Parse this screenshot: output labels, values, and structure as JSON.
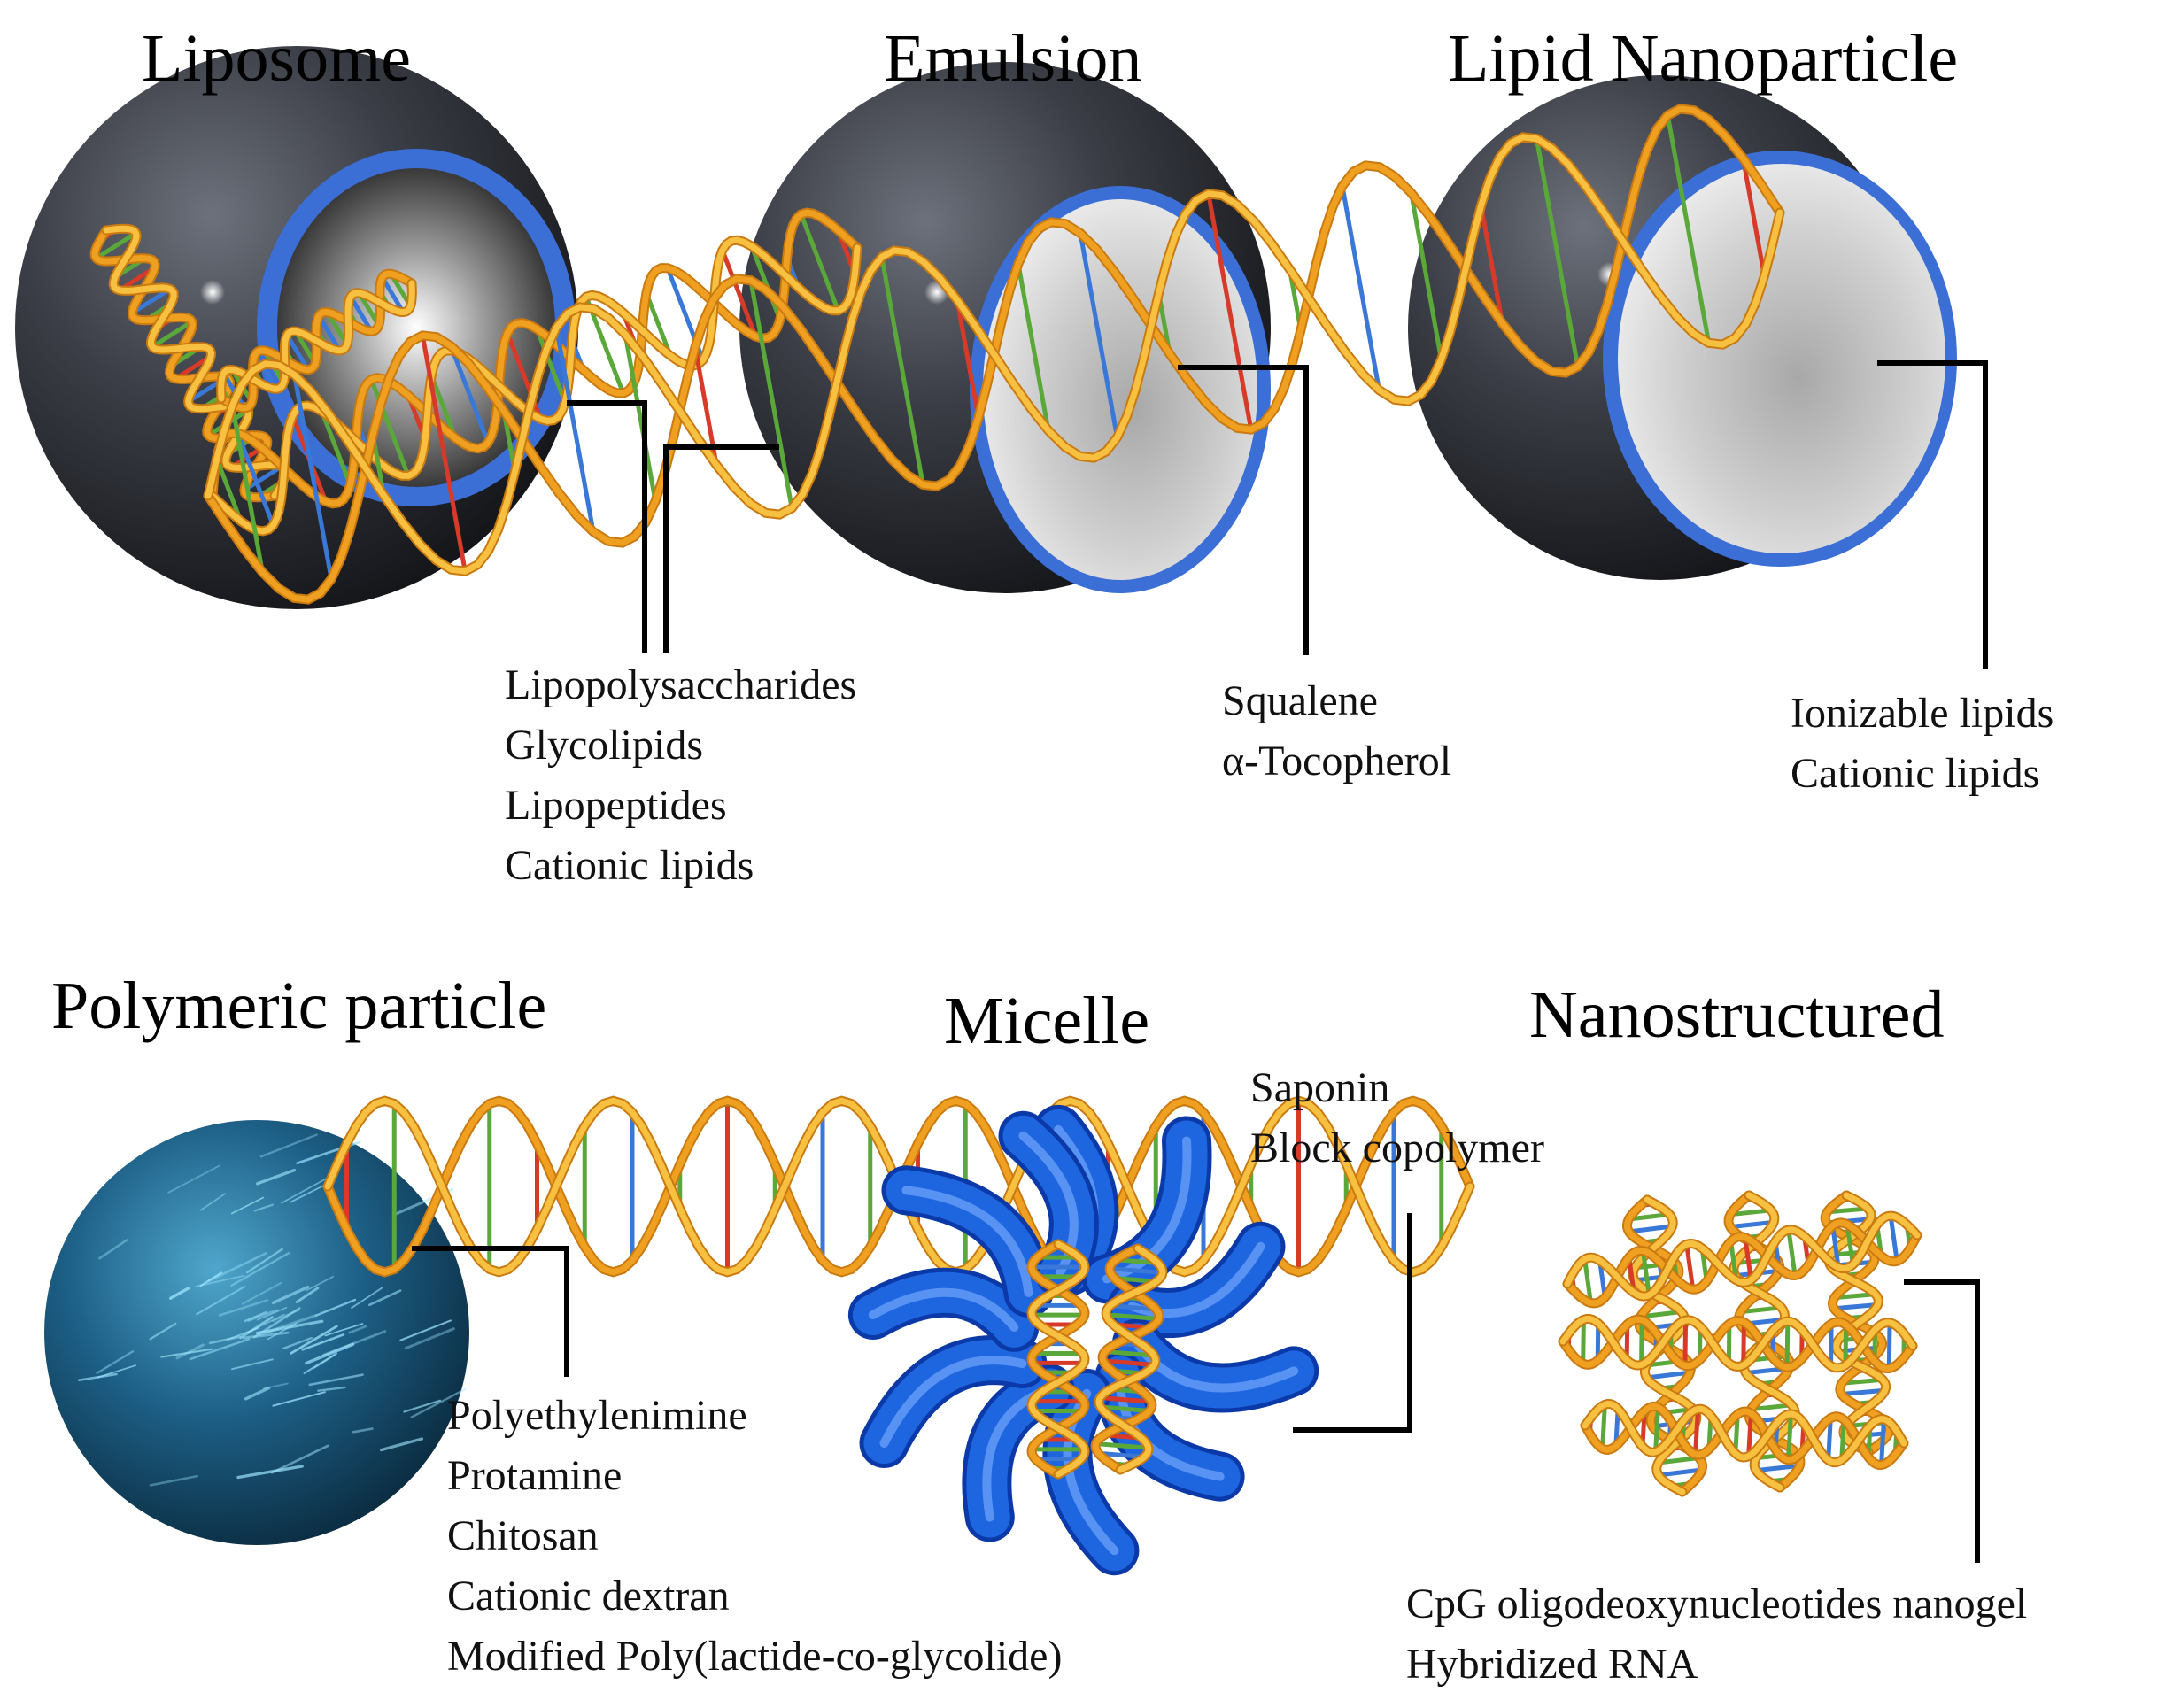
{
  "panels": [
    {
      "title": "Liposome",
      "components": [
        "Lipopolysaccharides",
        "Glycolipids",
        "Lipopeptides",
        "Cationic lipids"
      ]
    },
    {
      "title": "Emulsion",
      "components": [
        "Squalene",
        "α-Tocopherol"
      ]
    },
    {
      "title": "Lipid Nanoparticle",
      "components": [
        "Ionizable lipids",
        "Cationic lipids"
      ]
    },
    {
      "title": "Polymeric particle",
      "components": [
        "Polyethylenimine",
        "Protamine",
        "Chitosan",
        "Cationic dextran",
        "Modified Poly(lactide-co-glycolide)"
      ]
    },
    {
      "title": "Micelle",
      "components": [
        "Saponin",
        "Block copolymer"
      ]
    },
    {
      "title": "Nanostructured",
      "components": [
        "CpG oligodeoxynucleotides nanogel",
        "Hybridized RNA"
      ]
    }
  ],
  "colors": {
    "sphere_shell": "#3a3d45",
    "membrane_blue": "#3b6fd6",
    "polymer_blue": "#1f6f9a",
    "micelle_blue": "#1e66e0",
    "dna_backbone": "#f0a020",
    "dna_base_red": "#d83a2a",
    "dna_base_green": "#5aa83a",
    "dna_base_blue": "#3a78d8",
    "connector_line": "#000000"
  }
}
